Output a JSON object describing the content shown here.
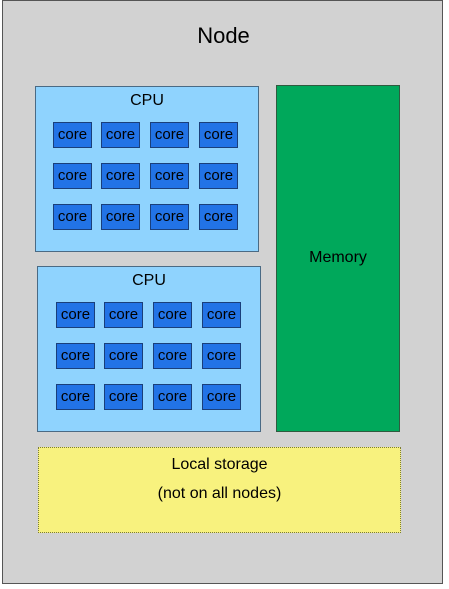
{
  "node": {
    "title": "Node"
  },
  "cpus": [
    {
      "label": "CPU",
      "cores": [
        "core",
        "core",
        "core",
        "core",
        "core",
        "core",
        "core",
        "core",
        "core",
        "core",
        "core",
        "core"
      ]
    },
    {
      "label": "CPU",
      "cores": [
        "core",
        "core",
        "core",
        "core",
        "core",
        "core",
        "core",
        "core",
        "core",
        "core",
        "core",
        "core"
      ]
    }
  ],
  "memory": {
    "label": "Memory"
  },
  "storage": {
    "line1": "Local storage",
    "line2": "(not on all nodes)"
  },
  "colors": {
    "node_bg": "#d2d2d2",
    "cpu_bg": "#8fd3fe",
    "core_bg": "#2273e6",
    "memory_bg": "#00a85b",
    "storage_bg": "#f8f27e"
  }
}
